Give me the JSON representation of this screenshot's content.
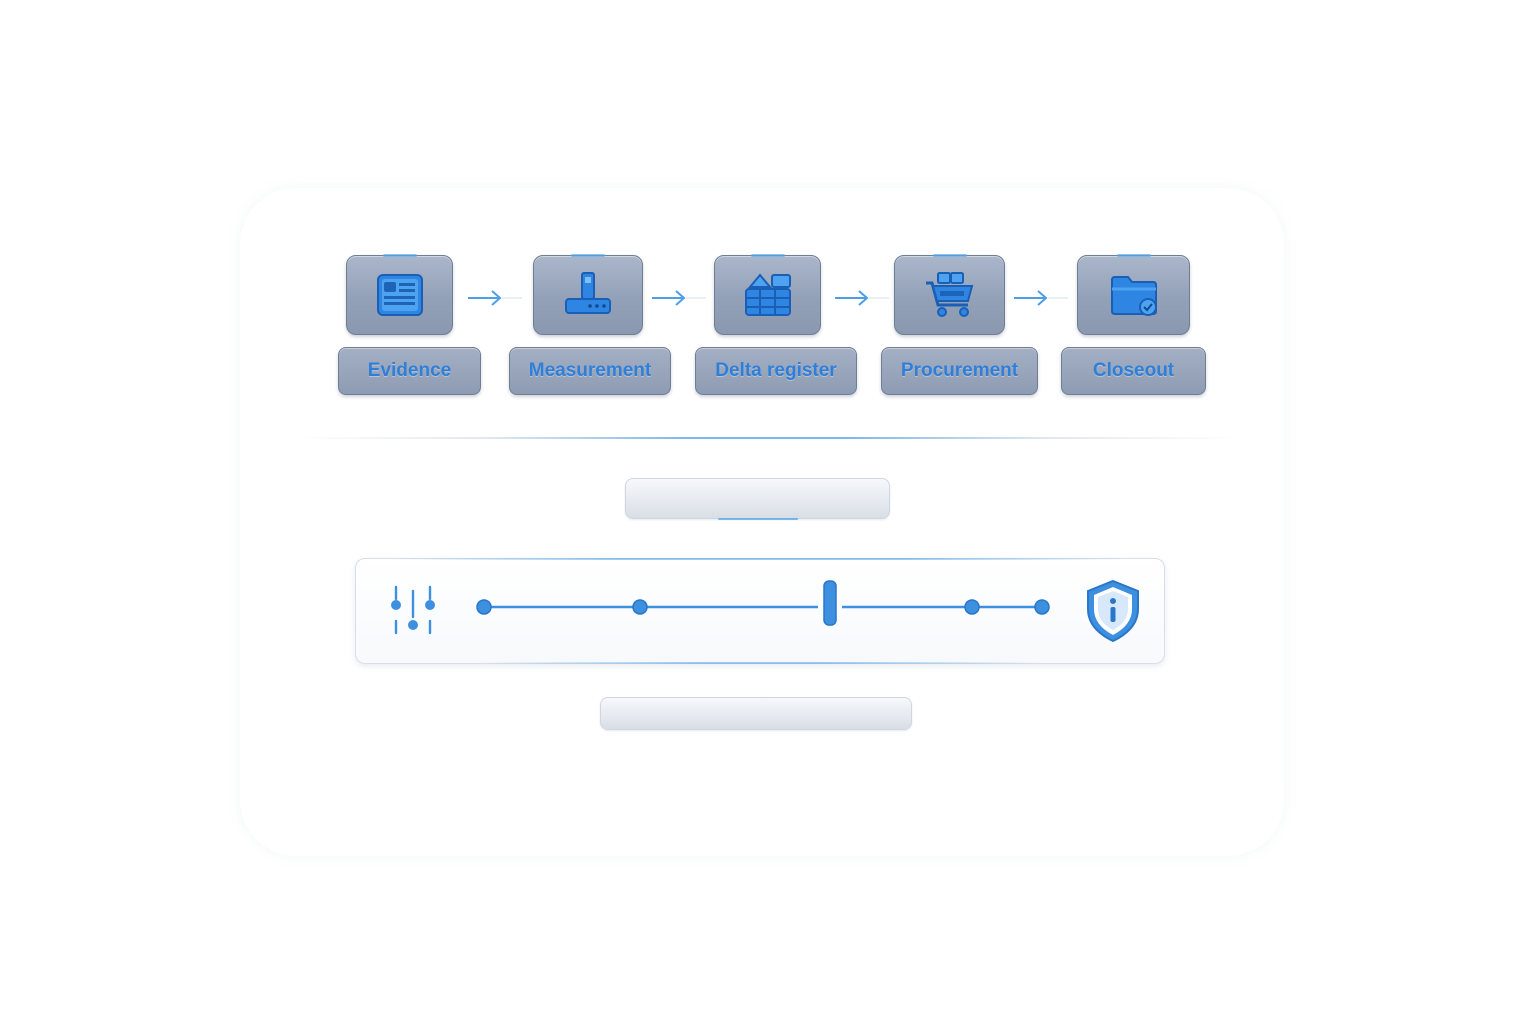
{
  "workflow": {
    "steps": [
      {
        "label": "Evidence",
        "icon": "id-card-icon"
      },
      {
        "label": "Measurement",
        "icon": "measuring-device-icon"
      },
      {
        "label": "Delta register",
        "icon": "register-grid-icon"
      },
      {
        "label": "Procurement",
        "icon": "shopping-cart-icon"
      },
      {
        "label": "Closeout",
        "icon": "folder-check-icon"
      }
    ],
    "arrow_icon": "arrow-right-icon"
  },
  "controls": {
    "left_icon": "sliders-icon",
    "right_icon": "shield-info-icon",
    "timeline": {
      "node_count": 4,
      "marker_position": 0.61
    }
  },
  "colors": {
    "accent": "#3d8fe0",
    "tile_fill": "#97a5bc",
    "label_text": "#2f7fd8"
  }
}
